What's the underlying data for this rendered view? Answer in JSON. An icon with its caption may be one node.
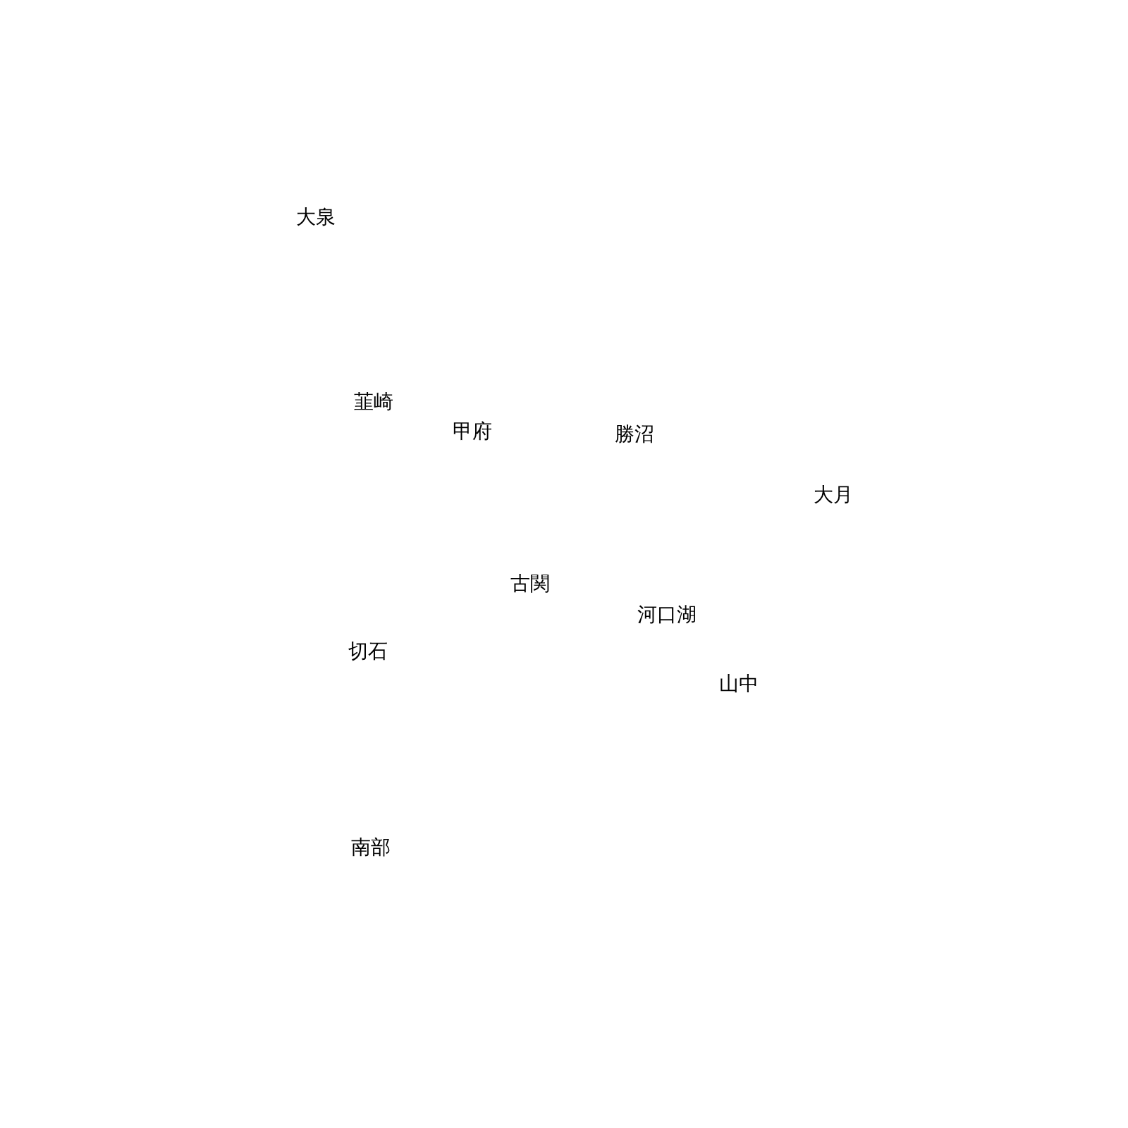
{
  "diagram": {
    "labels": [
      "大泉",
      "韮崎",
      "甲府",
      "勝沼",
      "大月",
      "古関",
      "河口湖",
      "切石",
      "山中",
      "南部"
    ]
  }
}
